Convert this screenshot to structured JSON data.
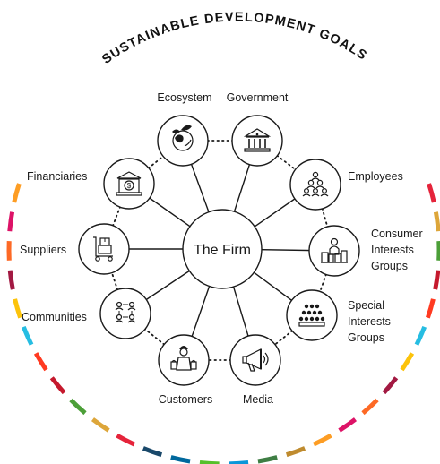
{
  "title": "SUSTAINABLE DEVELOPMENT GOALS",
  "center": "The Firm",
  "stakeholders": [
    {
      "key": "ecosystem",
      "lines": [
        "Ecosystem"
      ],
      "icon": "ecosystem-icon"
    },
    {
      "key": "government",
      "lines": [
        "Government"
      ],
      "icon": "government-building-icon"
    },
    {
      "key": "employees",
      "lines": [
        "Employees"
      ],
      "icon": "employees-pyramid-icon"
    },
    {
      "key": "consumer",
      "lines": [
        "Consumer",
        "Interests",
        "Groups"
      ],
      "icon": "consumer-groups-icon"
    },
    {
      "key": "special",
      "lines": [
        "Special",
        "Interests",
        "Groups"
      ],
      "icon": "special-interest-groups-icon"
    },
    {
      "key": "media",
      "lines": [
        "Media"
      ],
      "icon": "megaphone-icon"
    },
    {
      "key": "customers",
      "lines": [
        "Customers"
      ],
      "icon": "customers-shopping-icon"
    },
    {
      "key": "communities",
      "lines": [
        "Communities"
      ],
      "icon": "community-network-icon"
    },
    {
      "key": "suppliers",
      "lines": [
        "Suppliers"
      ],
      "icon": "supplier-hand-truck-icon"
    },
    {
      "key": "financiers",
      "lines": [
        "Financiaries"
      ],
      "icon": "bank-dollar-icon"
    }
  ],
  "sdg_colors": [
    "#E5243B",
    "#DDA63A",
    "#4C9F38",
    "#C5192D",
    "#FF3A21",
    "#26BDE2",
    "#FCC30B",
    "#A21942",
    "#FD6925",
    "#DD1367",
    "#FD9D24",
    "#BF8B2E",
    "#3F7E44",
    "#0A97D9",
    "#56C02B",
    "#00689D",
    "#19486A"
  ]
}
